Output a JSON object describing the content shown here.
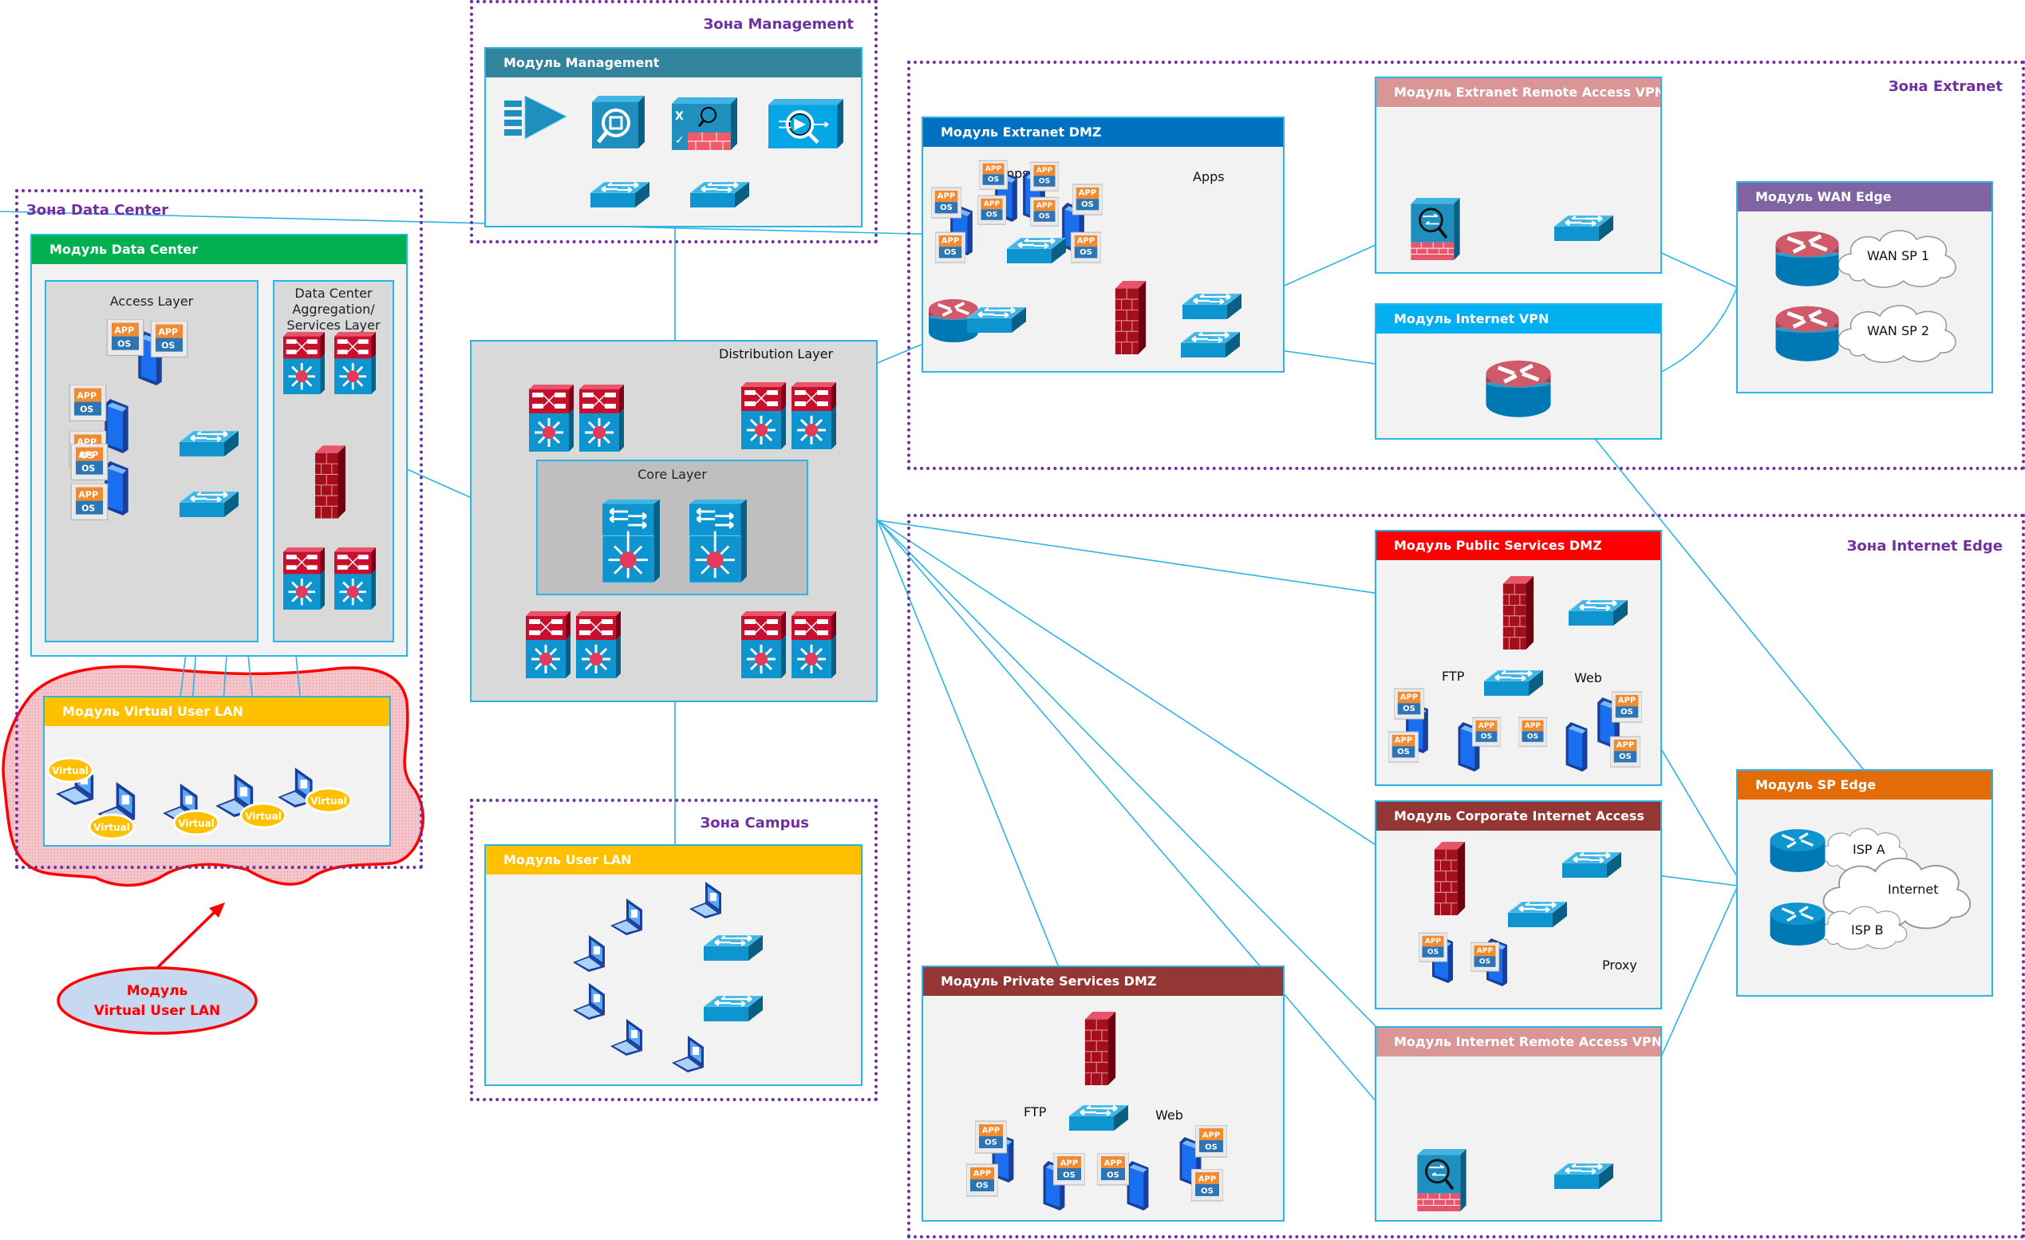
{
  "zones": {
    "management": "Зона Management",
    "data_center": "Зона Data Center",
    "extranet": "Зона Extranet",
    "internet_edge": "Зона Internet Edge",
    "campus": "Зона Campus"
  },
  "modules": {
    "management": {
      "title": "Модуль Management",
      "color": "#31849b"
    },
    "data_center": {
      "title": "Модуль Data Center",
      "color": "#00b050"
    },
    "extranet_dmz": {
      "title": "Модуль Extranet DMZ",
      "color": "#0070c0",
      "labels": [
        "Apps",
        "Apps"
      ]
    },
    "extranet_ra_vpn": {
      "title": "Модуль Extranet Remote Access VPN",
      "color": "#d99694"
    },
    "internet_vpn": {
      "title": "Модуль Internet VPN",
      "color": "#00b0f0"
    },
    "wan_edge": {
      "title": "Модуль WAN Edge",
      "color": "#8064a2",
      "clouds": [
        "WAN SP 1",
        "WAN SP 2"
      ]
    },
    "public_services_dmz": {
      "title": "Модуль Public Services DMZ",
      "color": "#ff0000",
      "labels": {
        "ftp": "FTP",
        "web": "Web"
      }
    },
    "corporate_internet_access": {
      "title": "Модуль Corporate Internet Access",
      "color": "#943634",
      "labels": {
        "proxy": "Proxy"
      }
    },
    "internet_ra_vpn": {
      "title": "Модуль Internet Remote Access VPN",
      "color": "#d99694"
    },
    "private_services_dmz": {
      "title": "Модуль Private Services DMZ",
      "color": "#943634",
      "labels": {
        "ftp": "FTP",
        "web": "Web"
      }
    },
    "sp_edge": {
      "title": "Модуль SP Edge",
      "color": "#e36c09",
      "clouds": {
        "isp_a": "ISP A",
        "isp_b": "ISP B",
        "internet": "Internet"
      }
    },
    "user_lan": {
      "title": "Модуль User LAN",
      "color": "#ffc000"
    },
    "virtual_user_lan": {
      "title": "Модуль Virtual User LAN",
      "color": "#ffc000",
      "badge": "Virtual"
    }
  },
  "layers": {
    "access": "Access Layer",
    "aggregation": [
      "Data Center",
      "Aggregation/",
      "Services Layer"
    ],
    "distribution": "Distribution Layer",
    "core": "Core Layer"
  },
  "vm_badge": {
    "app": "APP",
    "os": "OS"
  },
  "callout": {
    "line1": "Модуль",
    "line2": "Virtual User LAN"
  },
  "colors": {
    "zone_border": "#7030a0",
    "link": "#2ab4e8",
    "callout_red": "#ff0000",
    "callout_fill": "#c6d9f1"
  }
}
